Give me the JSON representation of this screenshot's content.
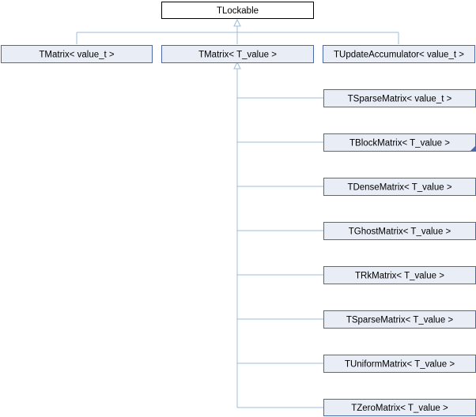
{
  "diagram": {
    "root": {
      "label": "TLockable"
    },
    "level1": [
      {
        "id": "tmatrix-value-t",
        "label": "TMatrix< value_t >"
      },
      {
        "id": "tmatrix-t-value",
        "label": "TMatrix< T_value >"
      },
      {
        "id": "tupdate-accumulator",
        "label": "TUpdateAccumulator< value_t >"
      }
    ],
    "children_of_tmatrix_t_value": [
      {
        "id": "tsparse-matrix-value-t",
        "label": "TSparseMatrix< value_t >",
        "has_more_children": false
      },
      {
        "id": "tblock-matrix",
        "label": "TBlockMatrix< T_value >",
        "has_more_children": true
      },
      {
        "id": "tdense-matrix",
        "label": "TDenseMatrix< T_value >",
        "has_more_children": false
      },
      {
        "id": "tghost-matrix",
        "label": "TGhostMatrix< T_value >",
        "has_more_children": false
      },
      {
        "id": "trk-matrix",
        "label": "TRkMatrix< T_value >",
        "has_more_children": false
      },
      {
        "id": "tsparse-matrix-t-value",
        "label": "TSparseMatrix< T_value >",
        "has_more_children": false
      },
      {
        "id": "tuniform-matrix",
        "label": "TUniformMatrix< T_value >",
        "has_more_children": false
      },
      {
        "id": "tzero-matrix",
        "label": "TZeroMatrix< T_value >",
        "has_more_children": false
      }
    ]
  }
}
